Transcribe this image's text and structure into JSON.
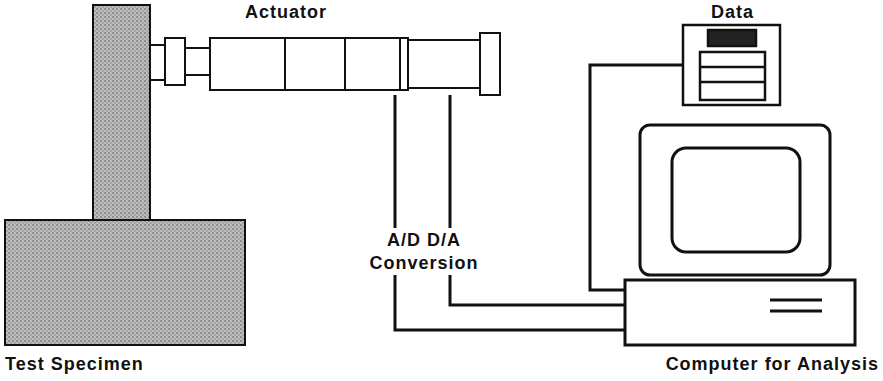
{
  "diagram": {
    "nodes": [
      {
        "text": [
          "Test Specimen"
        ]
      },
      {
        "text": [
          "Actuator"
        ]
      },
      {
        "text": [
          "Data"
        ]
      },
      {
        "text": [
          "Computer for Analysis"
        ]
      }
    ],
    "edges": [
      {
        "from": 1,
        "to": 3,
        "arrow": "none",
        "label": "A/D D/A Conversion"
      },
      {
        "from": 1,
        "to": 3,
        "arrow": "none"
      },
      {
        "from": 2,
        "to": 3,
        "arrow": "none"
      }
    ]
  }
}
